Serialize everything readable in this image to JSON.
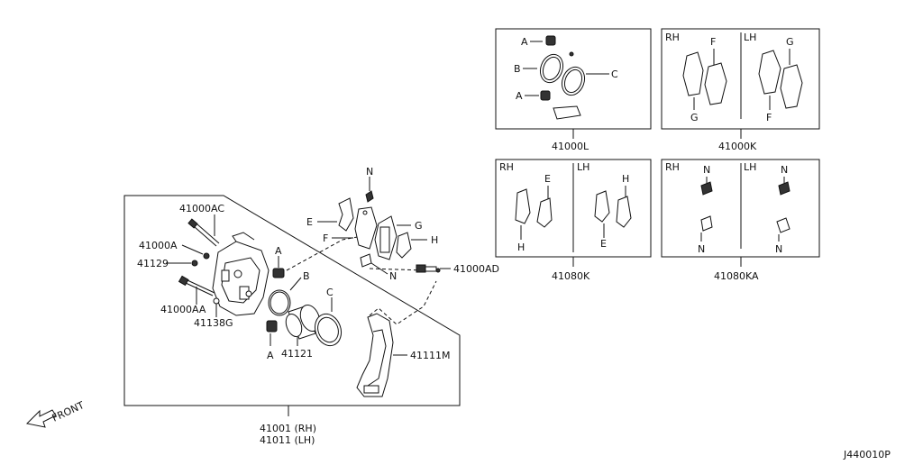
{
  "main": {
    "labels": {
      "l41000AC": "41000AC",
      "l41000A": "41000A",
      "l41129": "41129",
      "l41000AA": "41000AA",
      "l41138G": "41138G",
      "l41121": "41121",
      "l41111M": "41111M",
      "l41000AD": "41000AD",
      "lA1": "A",
      "lA2": "A",
      "lB": "B",
      "lC": "C",
      "lE": "E",
      "lF": "F",
      "lG": "G",
      "lH": "H",
      "lN1": "N",
      "lN2": "N"
    },
    "assembly_rh": "41001 (RH)",
    "assembly_lh": "41011 (LH)",
    "front": "FRONT"
  },
  "boxes": {
    "kit_41000L": {
      "code": "41000L",
      "letters": {
        "A1": "A",
        "B": "B",
        "C": "C",
        "A2": "A"
      }
    },
    "kit_41000K": {
      "code": "41000K",
      "rh": "RH",
      "lh": "LH",
      "letters": {
        "F1": "F",
        "G1": "G",
        "G2": "G",
        "F2": "F"
      }
    },
    "kit_41080K": {
      "code": "41080K",
      "rh": "RH",
      "lh": "LH",
      "letters": {
        "E1": "E",
        "H1": "H",
        "H2": "H",
        "E2": "E"
      }
    },
    "kit_41080KA": {
      "code": "41080KA",
      "rh": "RH",
      "lh": "LH",
      "letters": {
        "N1": "N",
        "N2": "N",
        "N3": "N",
        "N4": "N"
      }
    }
  },
  "diagram_code": "J440010P"
}
